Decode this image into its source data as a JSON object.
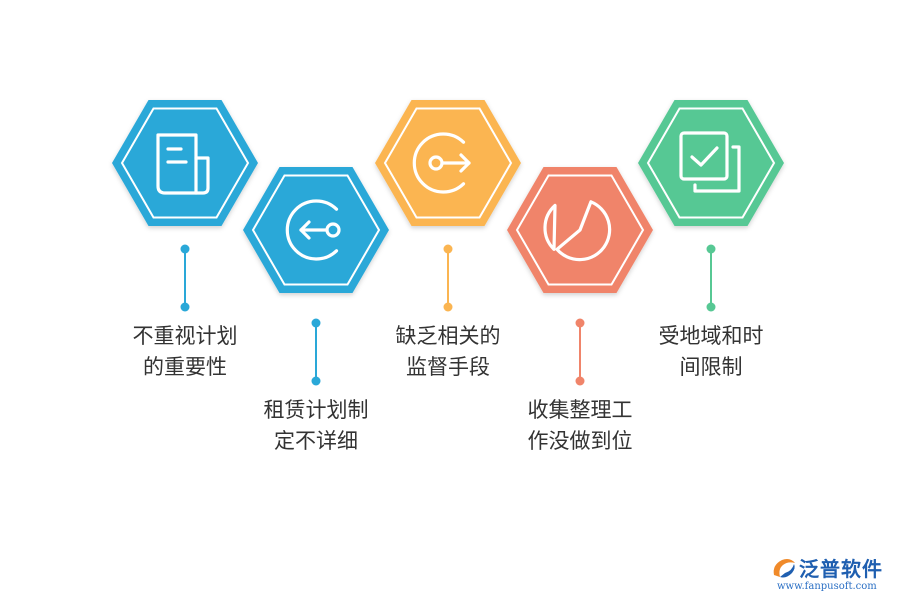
{
  "items": [
    {
      "line1": "不重视计划",
      "line2": "的重要性",
      "color": "#2aa8d8",
      "icon": "document-icon"
    },
    {
      "line1": "租赁计划制",
      "line2": "定不详细",
      "color": "#2aa8d8",
      "icon": "login-arrow-icon"
    },
    {
      "line1": "缺乏相关的",
      "line2": "监督手段",
      "color": "#fbb551",
      "icon": "key-arrow-icon"
    },
    {
      "line1": "收集整理工",
      "line2": "作没做到位",
      "color": "#f0846a",
      "icon": "pie-chart-icon"
    },
    {
      "line1": "受地域和时",
      "line2": "间限制",
      "color": "#57c894",
      "icon": "checkbox-icon"
    }
  ],
  "brand": {
    "name": "泛普软件",
    "url": "www.fanpusoft.com"
  }
}
